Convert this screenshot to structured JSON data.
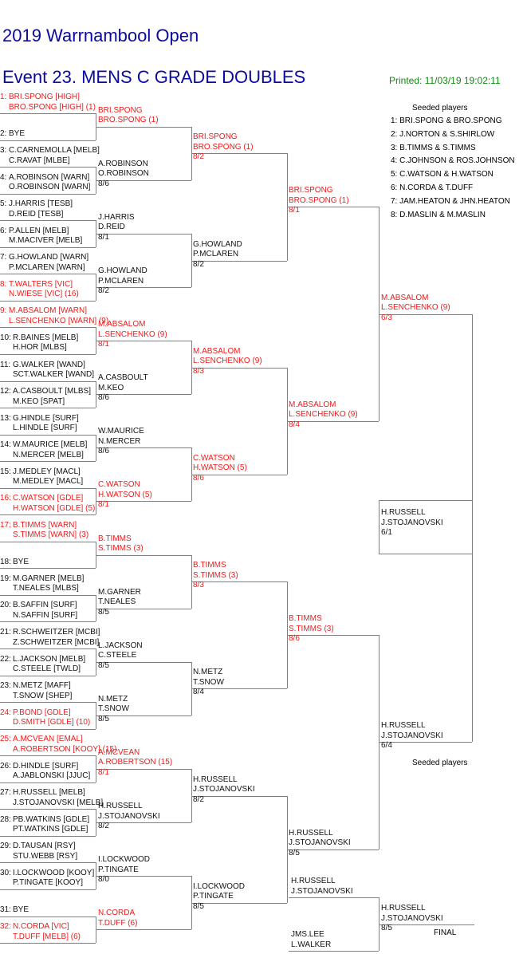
{
  "header": {
    "tournament_title": "2019 Warrnambool Open",
    "event_title": "Event 23. MENS C GRADE DOUBLES",
    "printed": "Printed: 11/03/19 19:02:11"
  },
  "colors": {
    "title": "#0a0aa0",
    "printed": "#108a10",
    "seeded": "#f01a1a",
    "normal": "#111111",
    "lines": "#808080"
  },
  "seeded_players": {
    "title": "Seeded players",
    "items": [
      "1: BRI.SPONG & BRO.SPONG",
      "2: J.NORTON & S.SHIRLOW",
      "3: B.TIMMS & S.TIMMS",
      "4: C.JOHNSON & ROS.JOHNSON",
      "5: C.WATSON & H.WATSON",
      "6: N.CORDA & T.DUFF",
      "7: JAM.HEATON & JHN.HEATON",
      "8: D.MASLIN & M.MASLIN"
    ],
    "second_title": "Seeded players"
  },
  "round1": [
    {
      "num": "1:",
      "names": [
        "BRI.SPONG [HIGH]",
        "BRO.SPONG [HIGH] (1)"
      ],
      "seeded": true
    },
    {
      "num": "2:",
      "names": [
        "BYE"
      ],
      "seeded": false
    },
    {
      "num": "3:",
      "names": [
        "C.CARNEMOLLA [MELB]",
        "C.RAVAT [MLBE]"
      ],
      "seeded": false
    },
    {
      "num": "4:",
      "names": [
        "A.ROBINSON [WARN]",
        "O.ROBINSON [WARN]"
      ],
      "seeded": false
    },
    {
      "num": "5:",
      "names": [
        "J.HARRIS [TESB]",
        "D.REID [TESB]"
      ],
      "seeded": false
    },
    {
      "num": "6:",
      "names": [
        "P.ALLEN [MELB]",
        "M.MACIVER [MELB]"
      ],
      "seeded": false
    },
    {
      "num": "7:",
      "names": [
        "G.HOWLAND [WARN]",
        "P.MCLAREN [WARN]"
      ],
      "seeded": false
    },
    {
      "num": "8:",
      "names": [
        "T.WALTERS [VIC]",
        "N.WIESE [VIC] (16)"
      ],
      "seeded": true
    },
    {
      "num": "9:",
      "names": [
        "M.ABSALOM [WARN]",
        "L.SENCHENKO [WARN] (9)"
      ],
      "seeded": true
    },
    {
      "num": "10:",
      "names": [
        "R.BAINES [MELB]",
        "H.HOR [MLBS]"
      ],
      "seeded": false
    },
    {
      "num": "11:",
      "names": [
        "G.WALKER [WAND]",
        "SCT.WALKER [WAND]"
      ],
      "seeded": false
    },
    {
      "num": "12:",
      "names": [
        "A.CASBOULT [MLBS]",
        "M.KEO [SPAT]"
      ],
      "seeded": false
    },
    {
      "num": "13:",
      "names": [
        "G.HINDLE [SURF]",
        "L.HINDLE [SURF]"
      ],
      "seeded": false
    },
    {
      "num": "14:",
      "names": [
        "W.MAURICE [MELB]",
        "N.MERCER [MELB]"
      ],
      "seeded": false
    },
    {
      "num": "15:",
      "names": [
        "J.MEDLEY [MACL]",
        "M.MEDLEY [MACL]"
      ],
      "seeded": false
    },
    {
      "num": "16:",
      "names": [
        "C.WATSON [GDLE]",
        "H.WATSON [GDLE] (5)"
      ],
      "seeded": true
    },
    {
      "num": "17:",
      "names": [
        "B.TIMMS [WARN]",
        "S.TIMMS [WARN] (3)"
      ],
      "seeded": true
    },
    {
      "num": "18:",
      "names": [
        "BYE"
      ],
      "seeded": false
    },
    {
      "num": "19:",
      "names": [
        "M.GARNER [MELB]",
        "T.NEALES [MLBS]"
      ],
      "seeded": false
    },
    {
      "num": "20:",
      "names": [
        "B.SAFFIN [SURF]",
        "N.SAFFIN [SURF]"
      ],
      "seeded": false
    },
    {
      "num": "21:",
      "names": [
        "R.SCHWEITZER [MCBI]",
        "Z.SCHWEITZER [MCBI]"
      ],
      "seeded": false
    },
    {
      "num": "22:",
      "names": [
        "L.JACKSON [MELB]",
        "C.STEELE [TWLD]"
      ],
      "seeded": false
    },
    {
      "num": "23:",
      "names": [
        "N.METZ [MAFF]",
        "T.SNOW [SHEP]"
      ],
      "seeded": false
    },
    {
      "num": "24:",
      "names": [
        "P.BOND [GDLE]",
        "D.SMITH [GDLE] (10)"
      ],
      "seeded": true
    },
    {
      "num": "25:",
      "names": [
        "A.MCVEAN [EMAL]",
        "A.ROBERTSON [KOOY] (15)"
      ],
      "seeded": true
    },
    {
      "num": "26:",
      "names": [
        "D.HINDLE [SURF]",
        "A.JABLONSKI [JJUC]"
      ],
      "seeded": false
    },
    {
      "num": "27:",
      "names": [
        "H.RUSSELL [MELB]",
        "J.STOJANOVSKI [MELB]"
      ],
      "seeded": false
    },
    {
      "num": "28:",
      "names": [
        "PB.WATKINS [GDLE]",
        "PT.WATKINS [GDLE]"
      ],
      "seeded": false
    },
    {
      "num": "29:",
      "names": [
        "D.TAUSAN [RSY]",
        "STU.WEBB [RSY]"
      ],
      "seeded": false
    },
    {
      "num": "30:",
      "names": [
        "I.LOCKWOOD [KOOY]",
        "P.TINGATE [KOOY]"
      ],
      "seeded": false
    },
    {
      "num": "31:",
      "names": [
        "BYE"
      ],
      "seeded": false
    },
    {
      "num": "32:",
      "names": [
        "N.CORDA [VIC]",
        "T.DUFF [MELB] (6)"
      ],
      "seeded": true
    }
  ],
  "rounds": [
    [
      {
        "names": [
          "BRI.SPONG",
          "BRO.SPONG (1)"
        ],
        "score": "",
        "seeded": true
      },
      {
        "names": [
          "A.ROBINSON",
          "O.ROBINSON"
        ],
        "score": "8/6",
        "seeded": false
      },
      {
        "names": [
          "J.HARRIS",
          "D.REID"
        ],
        "score": "8/1",
        "seeded": false
      },
      {
        "names": [
          "G.HOWLAND",
          "P.MCLAREN"
        ],
        "score": "8/2",
        "seeded": false
      },
      {
        "names": [
          "M.ABSALOM",
          "L.SENCHENKO (9)"
        ],
        "score": "8/1",
        "seeded": true
      },
      {
        "names": [
          "A.CASBOULT",
          "M.KEO"
        ],
        "score": "8/6",
        "seeded": false
      },
      {
        "names": [
          "W.MAURICE",
          "N.MERCER"
        ],
        "score": "8/6",
        "seeded": false
      },
      {
        "names": [
          "C.WATSON",
          "H.WATSON (5)"
        ],
        "score": "8/1",
        "seeded": true
      },
      {
        "names": [
          "B.TIMMS",
          "S.TIMMS (3)"
        ],
        "score": "",
        "seeded": true
      },
      {
        "names": [
          "M.GARNER",
          "T.NEALES"
        ],
        "score": "8/5",
        "seeded": false
      },
      {
        "names": [
          "L.JACKSON",
          "C.STEELE"
        ],
        "score": "8/5",
        "seeded": false
      },
      {
        "names": [
          "N.METZ",
          "T.SNOW"
        ],
        "score": "8/5",
        "seeded": false
      },
      {
        "names": [
          "A.MCVEAN",
          "A.ROBERTSON (15)"
        ],
        "score": "8/1",
        "seeded": true
      },
      {
        "names": [
          "H.RUSSELL",
          "J.STOJANOVSKI"
        ],
        "score": "8/2",
        "seeded": false
      },
      {
        "names": [
          "I.LOCKWOOD",
          "P.TINGATE"
        ],
        "score": "8/0",
        "seeded": false
      },
      {
        "names": [
          "N.CORDA",
          "T.DUFF (6)"
        ],
        "score": "",
        "seeded": true
      }
    ],
    [
      {
        "names": [
          "BRI.SPONG",
          "BRO.SPONG (1)"
        ],
        "score": "8/2",
        "seeded": true
      },
      {
        "names": [
          "G.HOWLAND",
          "P.MCLAREN"
        ],
        "score": "8/2",
        "seeded": false
      },
      {
        "names": [
          "M.ABSALOM",
          "L.SENCHENKO (9)"
        ],
        "score": "8/3",
        "seeded": true
      },
      {
        "names": [
          "C.WATSON",
          "H.WATSON (5)"
        ],
        "score": "8/6",
        "seeded": true
      },
      {
        "names": [
          "B.TIMMS",
          "S.TIMMS (3)"
        ],
        "score": "8/3",
        "seeded": true
      },
      {
        "names": [
          "N.METZ",
          "T.SNOW"
        ],
        "score": "8/4",
        "seeded": false
      },
      {
        "names": [
          "H.RUSSELL",
          "J.STOJANOVSKI"
        ],
        "score": "8/2",
        "seeded": false
      },
      {
        "names": [
          "I.LOCKWOOD",
          "P.TINGATE"
        ],
        "score": "8/5",
        "seeded": false
      }
    ],
    [
      {
        "names": [
          "BRI.SPONG",
          "BRO.SPONG (1)"
        ],
        "score": "8/1",
        "seeded": true
      },
      {
        "names": [
          "M.ABSALOM",
          "L.SENCHENKO (9)"
        ],
        "score": "8/4",
        "seeded": true
      },
      {
        "names": [
          "B.TIMMS",
          "S.TIMMS (3)"
        ],
        "score": "8/6",
        "seeded": true
      },
      {
        "names": [
          "H.RUSSELL",
          "J.STOJANOVSKI"
        ],
        "score": "8/5",
        "seeded": false
      }
    ],
    [
      {
        "names": [
          "M.ABSALOM",
          "L.SENCHENKO (9)"
        ],
        "score": "6/3",
        "seeded": true
      },
      {
        "names": [
          "H.RUSSELL",
          "J.STOJANOVSKI"
        ],
        "score": "6/4",
        "seeded": false
      }
    ]
  ],
  "draw_winner": {
    "names": [
      "H.RUSSELL",
      "J.STOJANOVSKI"
    ],
    "score": "6/1",
    "seeded": false
  },
  "final": {
    "label": "FINAL",
    "entries": [
      {
        "names": [
          "H.RUSSELL",
          "J.STOJANOVSKI"
        ]
      },
      {
        "names": [
          "JMS.LEE",
          "L.WALKER"
        ]
      }
    ],
    "winner": {
      "names": [
        "H.RUSSELL",
        "J.STOJANOVSKI"
      ],
      "score": "8/5"
    }
  }
}
